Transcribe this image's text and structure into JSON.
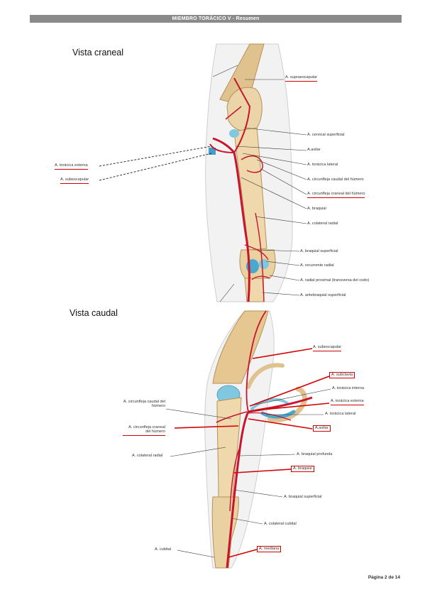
{
  "header": {
    "title": "MIEMBRO TORÁCICO V - Resumen"
  },
  "page": {
    "number_label": "Página 2 de 14"
  },
  "cranial_view": {
    "title": "Vista craneal",
    "labels": {
      "supraescapular": "A. supraescapular",
      "cervical_superficial": "A. cervical superficial",
      "axilar": "A.axilar",
      "toracica_lateral": "A. torácica lateral",
      "circunfleja_caudal": "A. circunfleja caudal del húmero",
      "circunfleja_craneal": "A. circunfleja craneal del húmero",
      "braquial": "A. braquial",
      "colateral_radial": "A. colateral radial",
      "braquial_superficial": "A. braquial superficial",
      "recurrente_radial": "A. recurrente radial",
      "radial_proximal": "A. radial proximal (transversa del codo)",
      "antebraquial_superficial": "A. antebraquial superficial",
      "toracica_externa": "A. torácica externa",
      "subescapular": "A. subescapular"
    }
  },
  "caudal_view": {
    "title": "Vista caudal",
    "labels": {
      "subescapular": "A. subescapular",
      "subclavia": "A. subclavia",
      "toracica_interna": "A. torácica interna",
      "toracica_externa": "A. torácica externa",
      "toracica_lateral": "A. torácica lateral",
      "axilar": "A.axilar",
      "circunfleja_caudal": "A. circunfleja caudal del húmero",
      "circunfleja_craneal": "A. circunfleja craneal del húmero",
      "colateral_radial": "A. colateral radial",
      "braquial_profunda": "A. braquial profunda",
      "braquial": "A. braquial",
      "braquial_superficial": "A. braquial superficial",
      "colateral_cubital": "A. colateral cubital",
      "cubital": "A. cubital",
      "mediana": "A. mediana"
    }
  },
  "colors": {
    "artery": "#c8142c",
    "bone": "#e8cfa0",
    "cartilage": "#7fc8e0",
    "highlight": "#d20000"
  }
}
